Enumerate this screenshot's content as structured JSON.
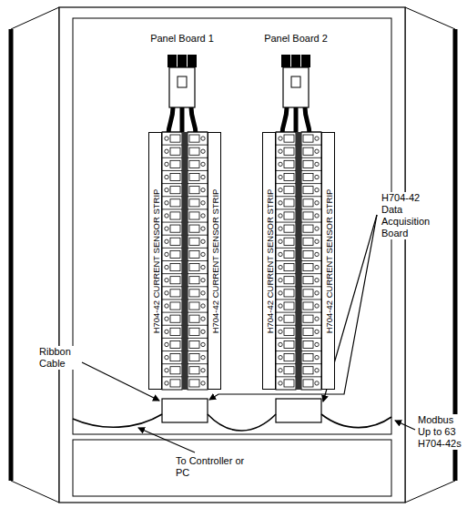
{
  "diagram": {
    "nodes": [
      {
        "text": [
          "H704-42 CURRENT SENSOR STRIP"
        ]
      },
      {
        "text": [
          "H704-42 CURRENT SENSOR STRIP"
        ]
      },
      {
        "text": [
          "H704-42 CURRENT SENSOR STRIP"
        ]
      },
      {
        "text": [
          "H704-42 CURRENT SENSOR STRIP"
        ]
      }
    ],
    "labels": [
      "Panel Board 1",
      "Panel Board 2",
      "H704-42 Data Acquisition Board",
      "Ribbon Cable",
      "Modbus Up to 63 H704-42s",
      "To Controller or PC"
    ]
  }
}
